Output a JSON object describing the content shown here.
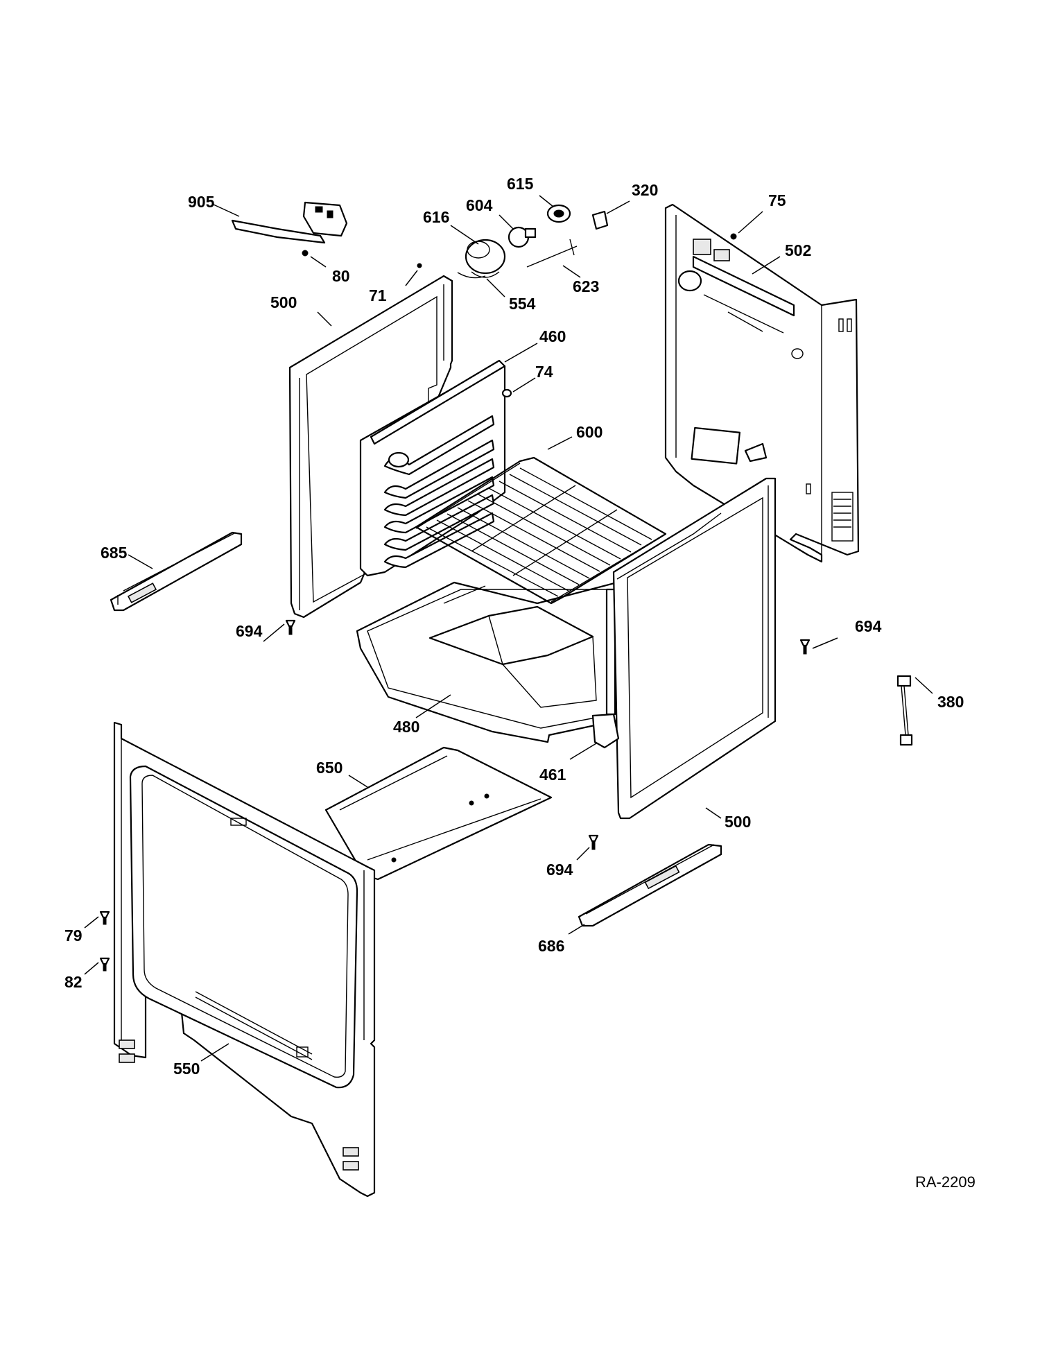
{
  "diagram": {
    "drawing_code": "RA-2209",
    "callouts": [
      {
        "id": "905",
        "label": "905"
      },
      {
        "id": "80",
        "label": "80"
      },
      {
        "id": "616",
        "label": "616"
      },
      {
        "id": "604",
        "label": "604"
      },
      {
        "id": "615",
        "label": "615"
      },
      {
        "id": "320",
        "label": "320"
      },
      {
        "id": "75",
        "label": "75"
      },
      {
        "id": "502",
        "label": "502"
      },
      {
        "id": "71",
        "label": "71"
      },
      {
        "id": "554",
        "label": "554"
      },
      {
        "id": "623",
        "label": "623"
      },
      {
        "id": "500-left",
        "label": "500"
      },
      {
        "id": "460",
        "label": "460"
      },
      {
        "id": "74",
        "label": "74"
      },
      {
        "id": "600",
        "label": "600"
      },
      {
        "id": "685",
        "label": "685"
      },
      {
        "id": "694-left",
        "label": "694"
      },
      {
        "id": "694-right",
        "label": "694"
      },
      {
        "id": "380",
        "label": "380"
      },
      {
        "id": "480",
        "label": "480"
      },
      {
        "id": "650",
        "label": "650"
      },
      {
        "id": "461",
        "label": "461"
      },
      {
        "id": "500-right",
        "label": "500"
      },
      {
        "id": "694-bottom",
        "label": "694"
      },
      {
        "id": "686",
        "label": "686"
      },
      {
        "id": "79",
        "label": "79"
      },
      {
        "id": "82",
        "label": "82"
      },
      {
        "id": "550",
        "label": "550"
      }
    ]
  }
}
